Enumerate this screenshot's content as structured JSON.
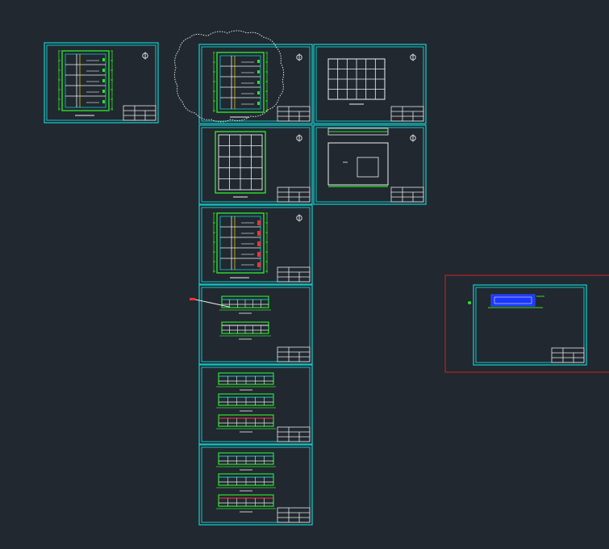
{
  "app": {
    "view": "model-space"
  },
  "colors": {
    "background": "#212830",
    "sheet_border": "#13c6c6",
    "linework_green": "#2ee02e",
    "linework_white": "#f0f0f0",
    "linework_red": "#ff3030",
    "selection_box": "#d42020",
    "markup_cloud": "#e6e6e6"
  },
  "sheets": [
    {
      "id": "sheet-a",
      "content": "plan-detailed",
      "north_arrow": true
    },
    {
      "id": "sheet-1",
      "content": "plan-detailed",
      "north_arrow": true,
      "highlighted_by_cloud": true
    },
    {
      "id": "sheet-2",
      "content": "grid-plan",
      "north_arrow": true
    },
    {
      "id": "sheet-3",
      "content": "framing-plan",
      "north_arrow": true
    },
    {
      "id": "sheet-4",
      "content": "elevation",
      "north_arrow": true
    },
    {
      "id": "sheet-5",
      "content": "plan-detailed-red",
      "north_arrow": true
    },
    {
      "id": "sheet-6",
      "content": "two-sections"
    },
    {
      "id": "sheet-7",
      "content": "three-sections"
    },
    {
      "id": "sheet-8",
      "content": "three-sections"
    },
    {
      "id": "sheet-9",
      "content": "small-detail",
      "selected": true
    }
  ],
  "icons": {
    "north_arrow": "north-arrow-icon",
    "revision_cloud": "revision-cloud-icon",
    "leader": "leader-arrow-icon"
  }
}
